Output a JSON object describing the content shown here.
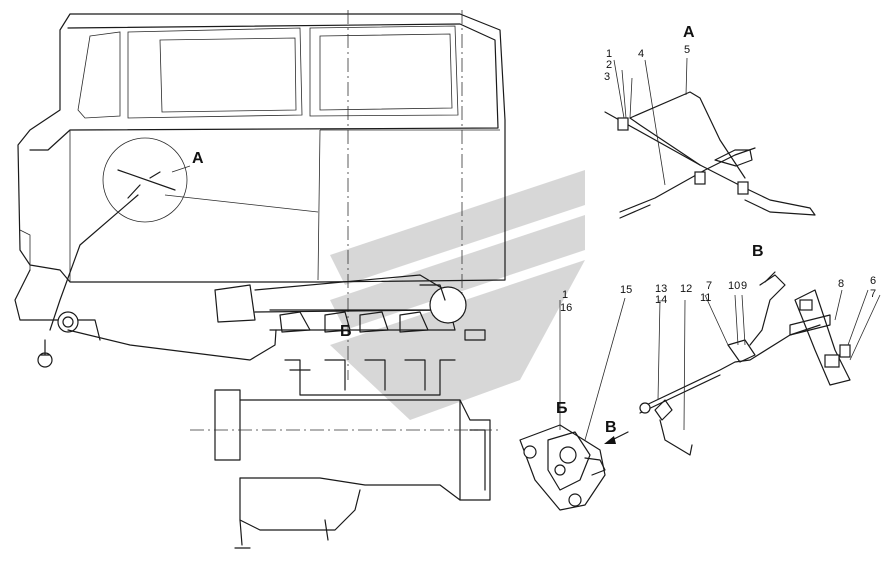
{
  "views": {
    "cab_callout": "А",
    "engine_callout": "Б",
    "view_a_title": "А",
    "view_b_title": "Б",
    "view_v_title": "В",
    "view_v_arrow": "В"
  },
  "view_a_labels": [
    "1",
    "2",
    "3",
    "4",
    "5"
  ],
  "view_b_labels": [
    "1",
    "16",
    "15"
  ],
  "view_v_labels": [
    "13",
    "14",
    "12",
    "7",
    "11",
    "10",
    "9",
    "8",
    "6",
    "7"
  ]
}
